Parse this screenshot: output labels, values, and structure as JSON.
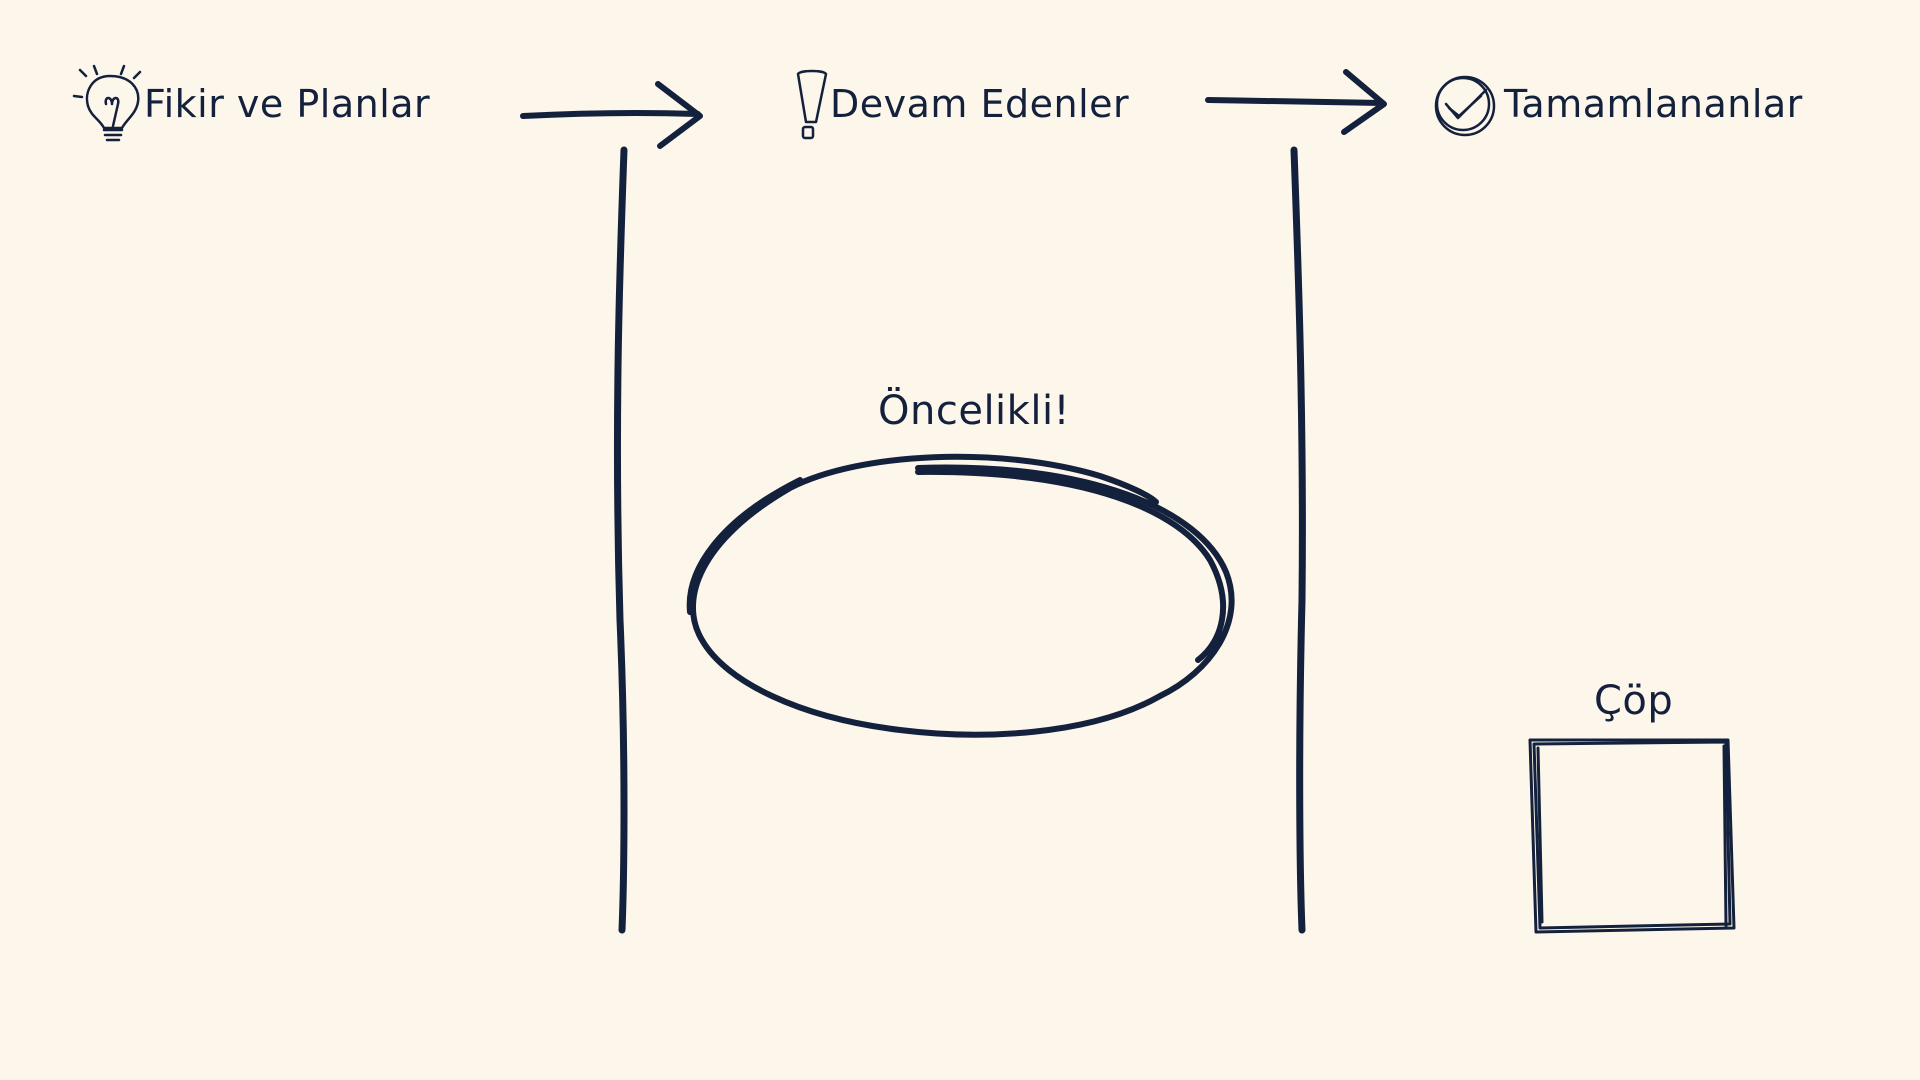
{
  "board": {
    "columns": [
      {
        "title": "Fikir ve Planlar",
        "icon": "lightbulb-icon"
      },
      {
        "title": "Devam Edenler",
        "icon": "exclamation-icon"
      },
      {
        "title": "Tamamlananlar",
        "icon": "check-circle-icon"
      }
    ],
    "priority_label": "Öncelikli!",
    "trash_label": "Çöp"
  },
  "colors": {
    "background": "#fdf6ea",
    "ink": "#14213d"
  }
}
